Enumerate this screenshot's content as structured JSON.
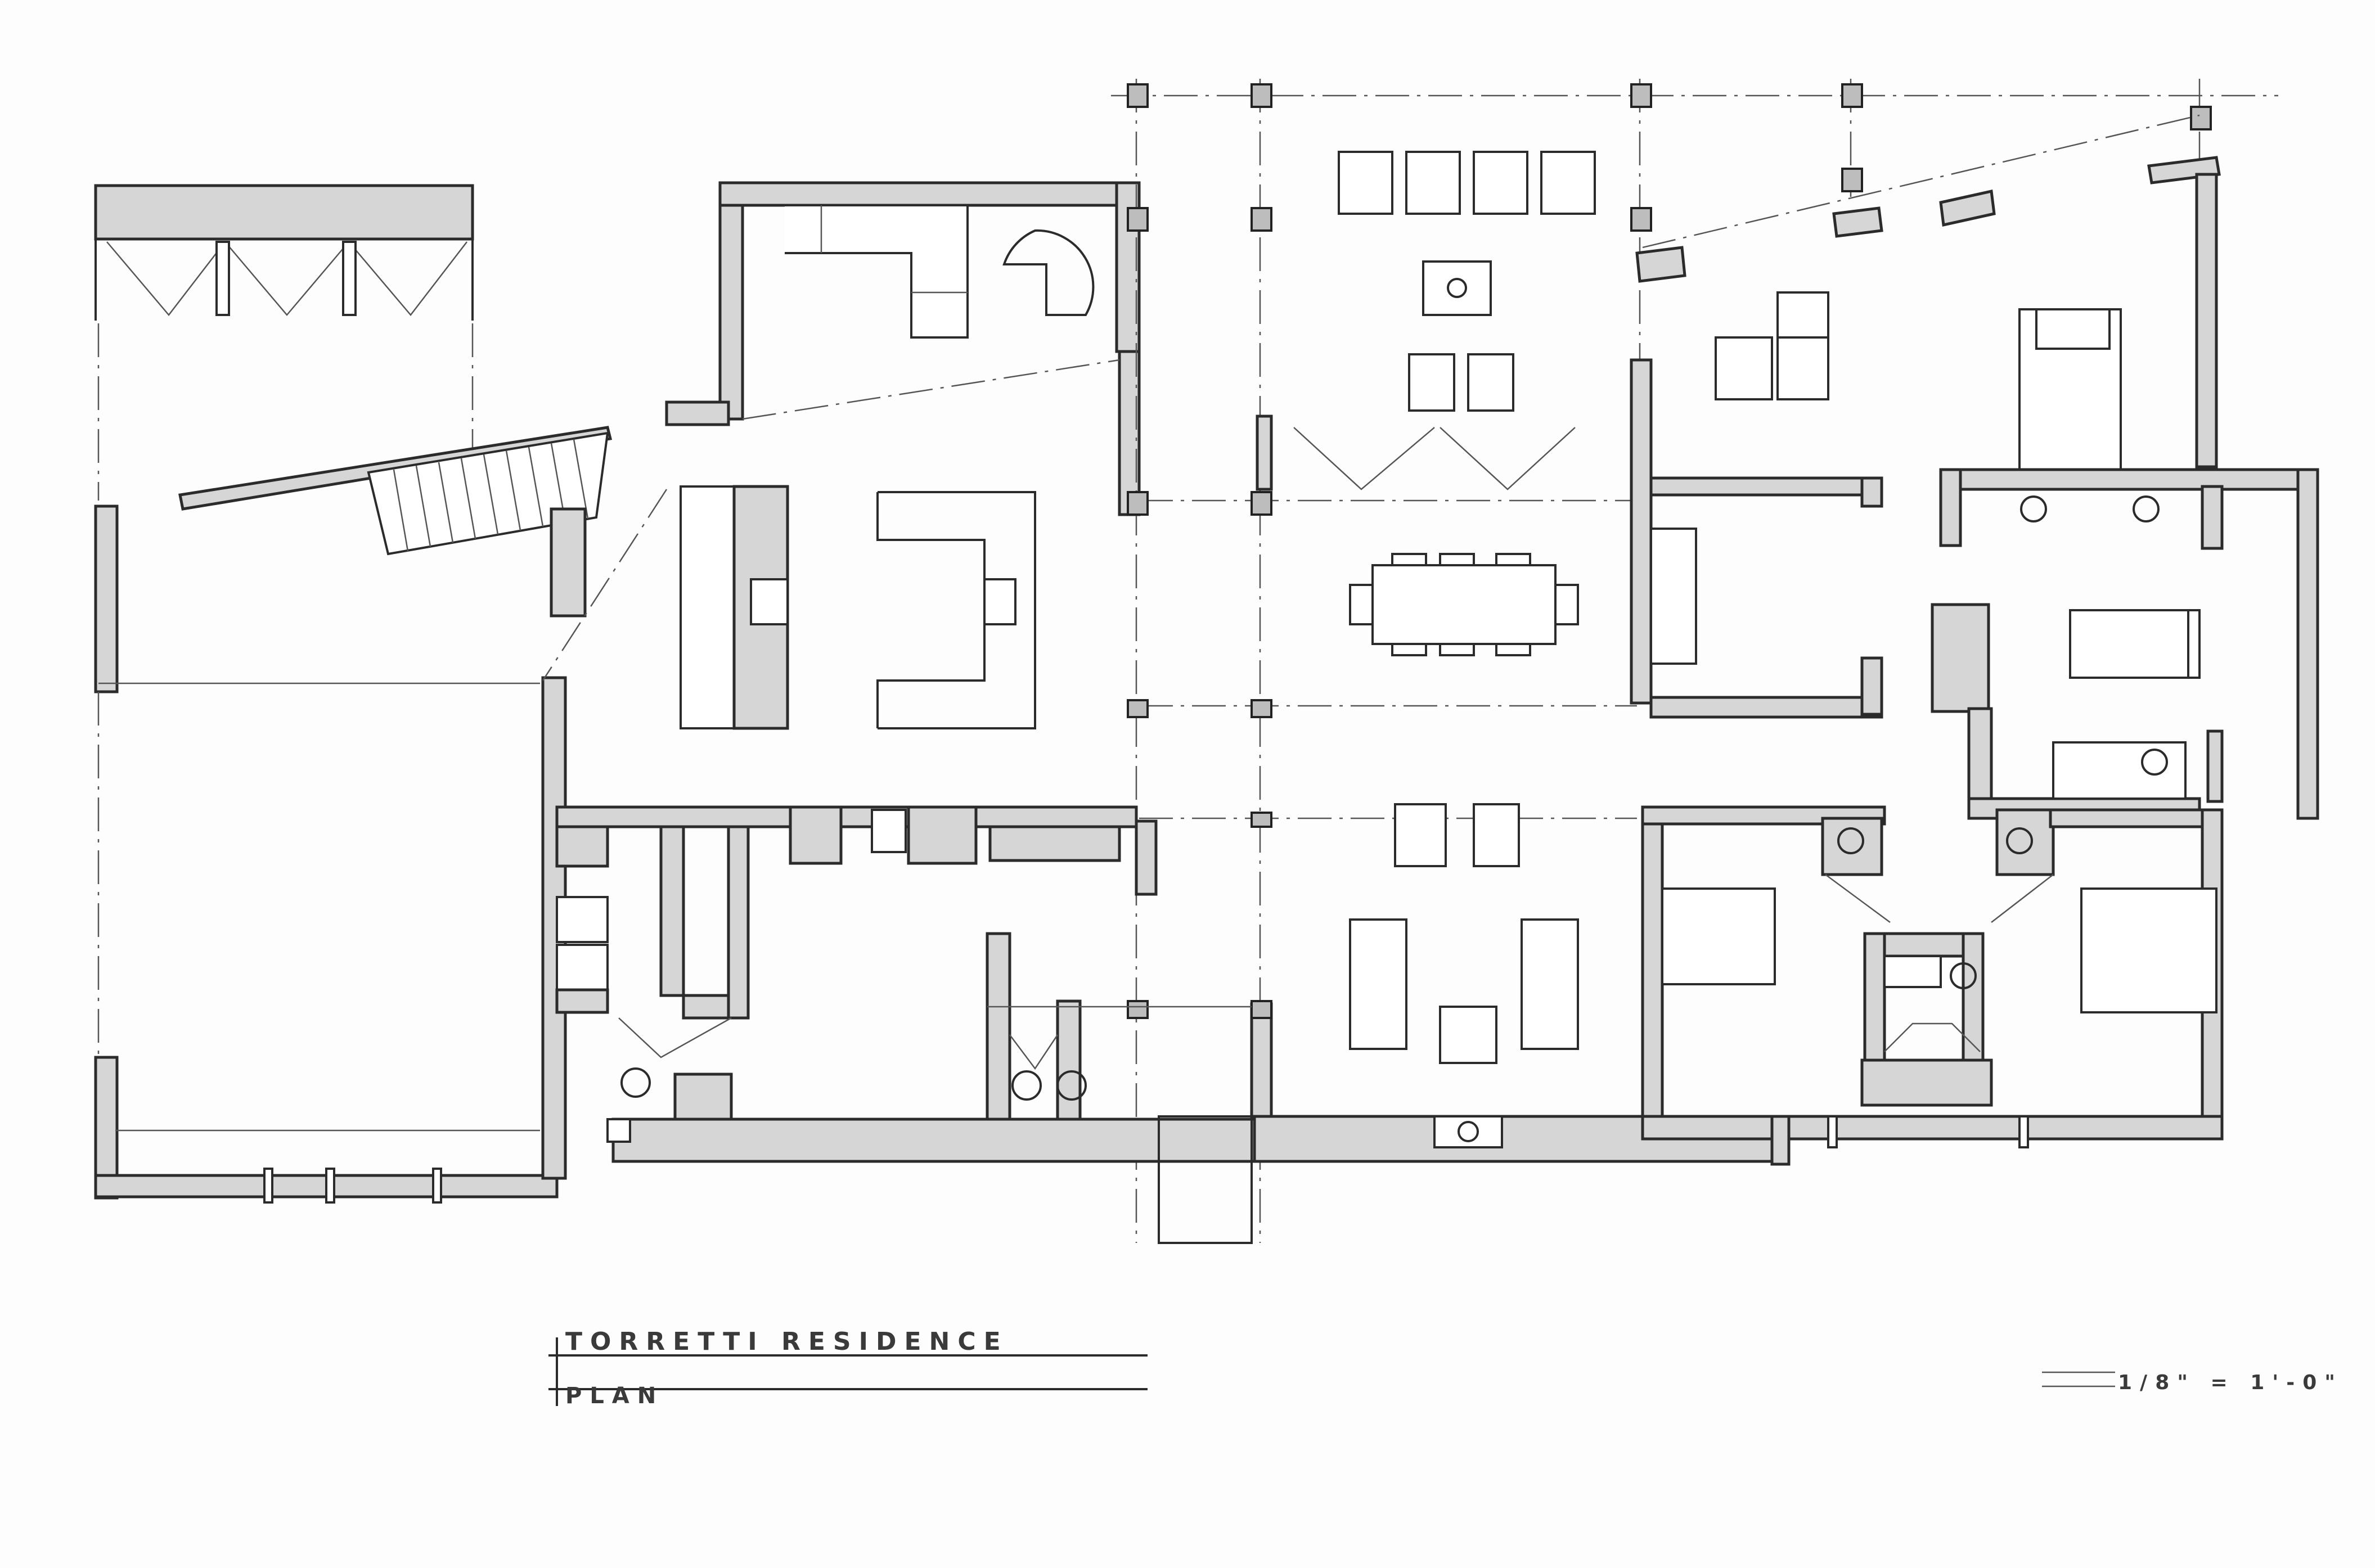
{
  "title_block": {
    "title": "TORRETTI RESIDENCE",
    "subtitle": "PLAN"
  },
  "scale_note": "1/8\" = 1'-0\"",
  "colors": {
    "wall_fill": "#d6d6d6",
    "ink": "#2b2b2b",
    "paper": "#fdfdfd"
  }
}
